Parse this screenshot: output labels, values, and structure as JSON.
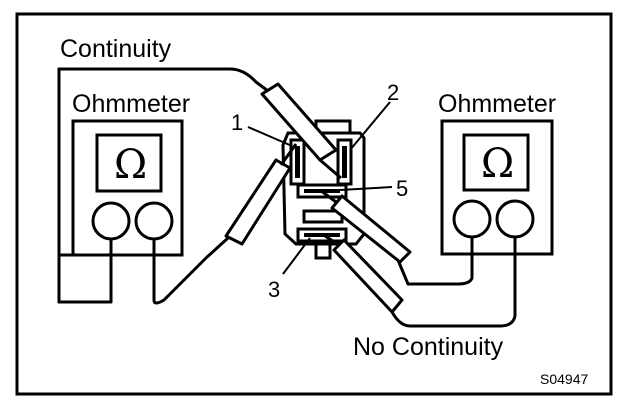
{
  "diagram": {
    "labels": {
      "continuity": "Continuity",
      "no_continuity": "No Continuity",
      "ohmmeter_left": "Ohmmeter",
      "ohmmeter_right": "Ohmmeter",
      "omega_symbol": "Ω",
      "terminal_1": "1",
      "terminal_2": "2",
      "terminal_3": "3",
      "terminal_5": "5",
      "figure_code": "S04947"
    }
  }
}
